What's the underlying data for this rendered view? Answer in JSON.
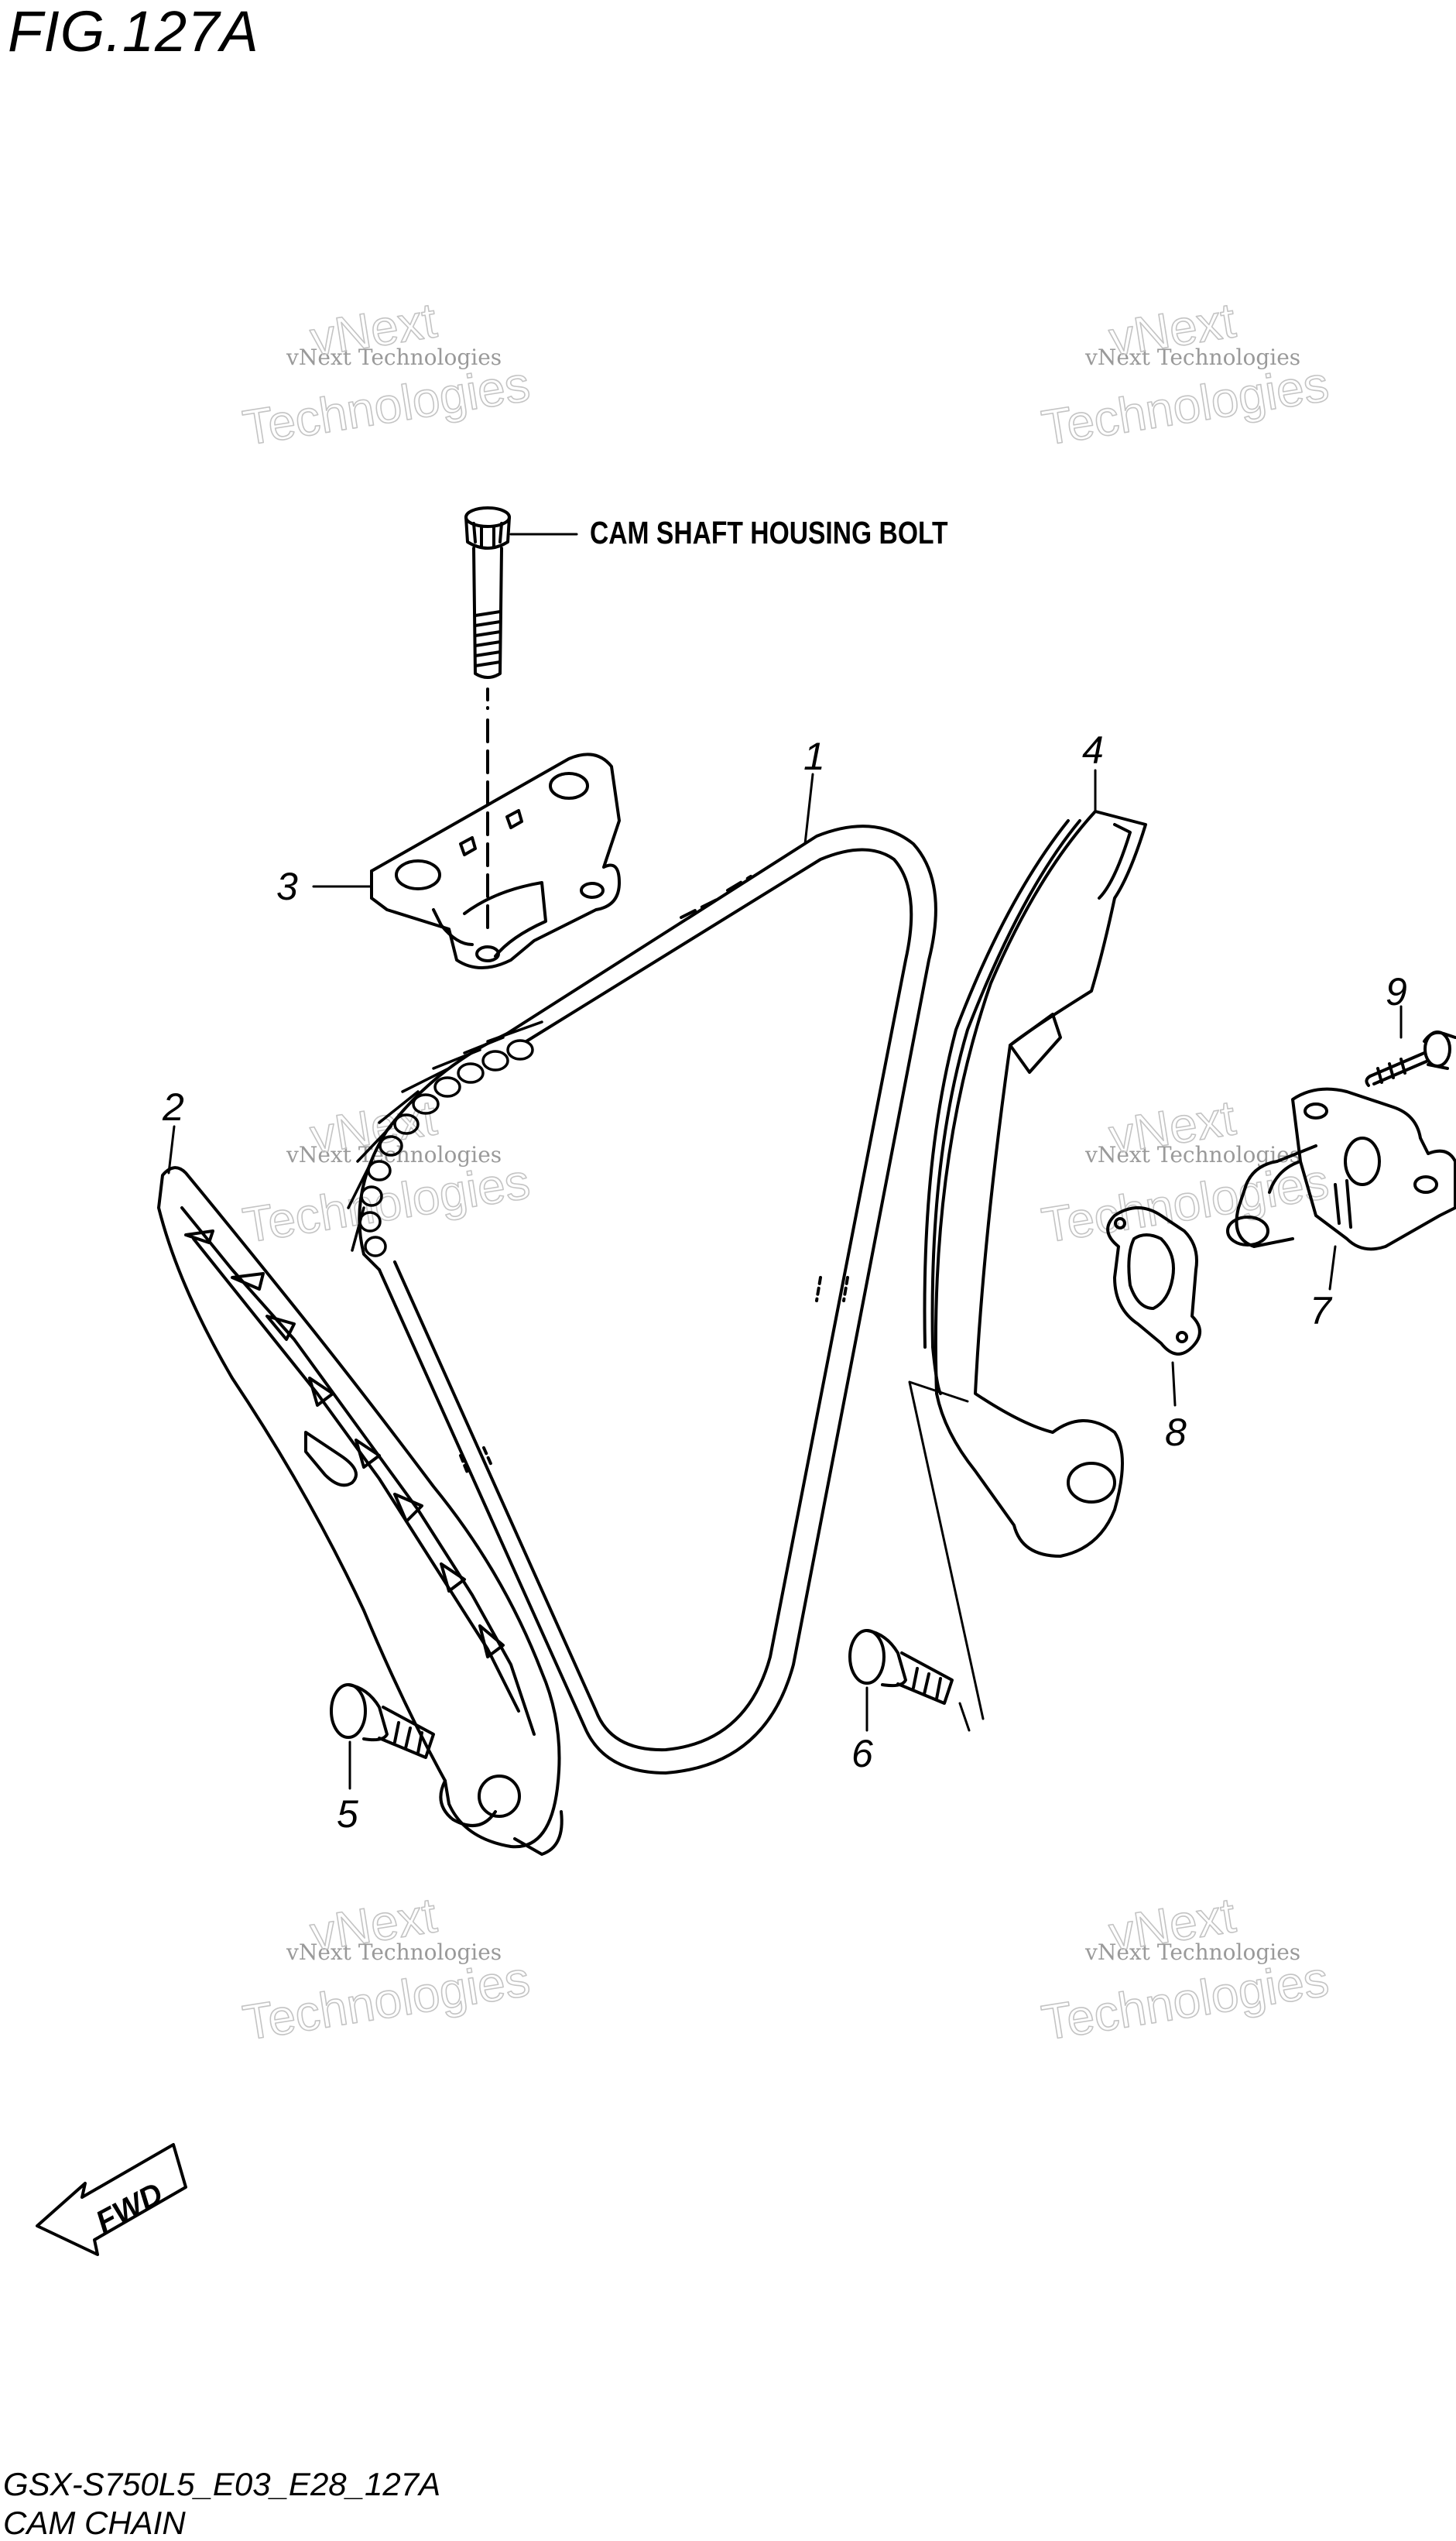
{
  "figure": {
    "title": "FIG.127A",
    "code": "GSX-S750L5_E03_E28_127A",
    "name": "CAM CHAIN"
  },
  "labels": {
    "cam_shaft_housing_bolt": "CAM SHAFT HOUSING BOLT",
    "fwd": "FWD"
  },
  "callouts": [
    "1",
    "2",
    "3",
    "4",
    "5",
    "6",
    "7",
    "8",
    "9"
  ],
  "watermarks": [
    {
      "small": "vNext Technologies",
      "big": "Technologies"
    },
    {
      "small": "vNext Technologies",
      "big": "Technologies"
    },
    {
      "small": "vNext Technologies",
      "big": "Technologies"
    },
    {
      "small": "vNext Technologies",
      "big": "Technologies"
    },
    {
      "small": "vNext Technologies",
      "big": "Technologies"
    },
    {
      "small": "vNext Technologies",
      "big": "Technologies"
    }
  ],
  "watermark_logo": "vNext"
}
